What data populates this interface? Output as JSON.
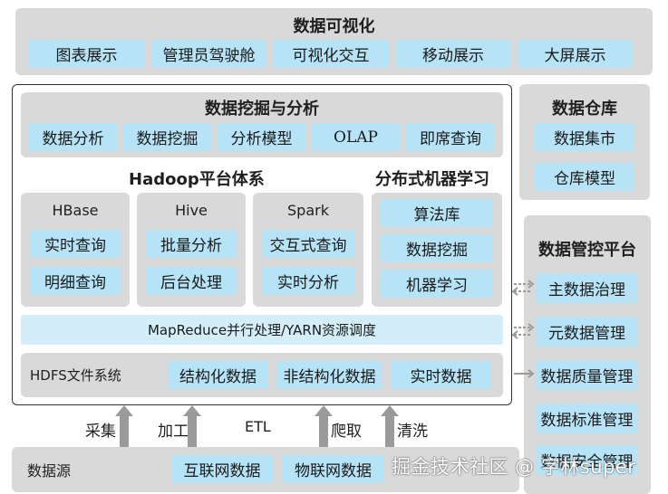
{
  "visualization": {
    "title": "数据可视化",
    "items": [
      "图表展示",
      "管理员驾驶舱",
      "可视化交互",
      "移动展示",
      "大屏展示"
    ]
  },
  "mining": {
    "title": "数据挖掘与分析",
    "items": [
      "数据分析",
      "数据挖掘",
      "分析模型",
      "OLAP",
      "即席查询"
    ]
  },
  "hadoop": {
    "title": "Hadoop平台体系",
    "hbase": {
      "title": "HBase",
      "items": [
        "实时查询",
        "明细查询"
      ]
    },
    "hive": {
      "title": "Hive",
      "items": [
        "批量分析",
        "后台处理"
      ]
    },
    "spark": {
      "title": "Spark",
      "items": [
        "交互式查询",
        "实时分析"
      ]
    }
  },
  "ml": {
    "title": "分布式机器学习",
    "items": [
      "算法库",
      "数据挖掘",
      "机器学习"
    ]
  },
  "mapreduce": {
    "label": "MapReduce并行处理/YARN资源调度"
  },
  "hdfs": {
    "label": "HDFS文件系统",
    "items": [
      "结构化数据",
      "非结构化数据",
      "实时数据"
    ]
  },
  "warehouse": {
    "title": "数据仓库",
    "items": [
      "数据集市",
      "仓库模型"
    ]
  },
  "governance": {
    "title": "数据管控平台",
    "items": [
      "主数据治理",
      "元数据管理",
      "数据质量管理",
      "数据标准管理",
      "数据安全管理"
    ]
  },
  "ingest": {
    "labels": [
      "采集",
      "加工",
      "ETL",
      "爬取",
      "清洗"
    ]
  },
  "source": {
    "label": "数据源",
    "items": [
      "互联网数据",
      "物联网数据"
    ]
  },
  "watermark": "掘金技术社区 @ 字林super",
  "colors": {
    "panel": "#d9d9d9",
    "cell": "#b7e3f6",
    "arrow": "#9a9a9a"
  }
}
